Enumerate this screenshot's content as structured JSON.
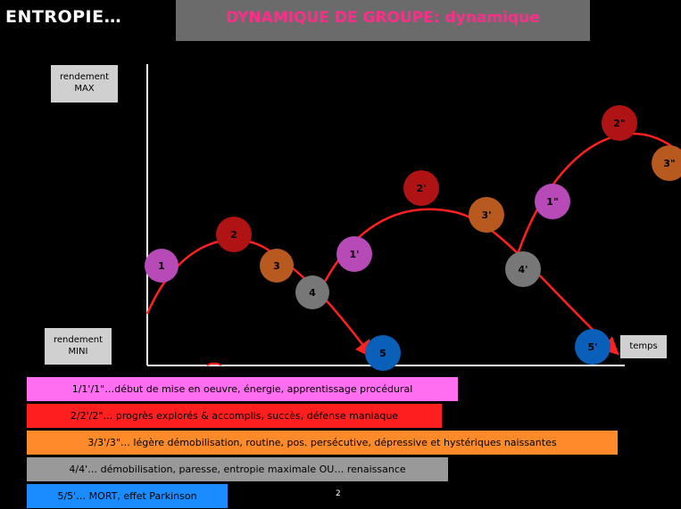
{
  "header": {
    "left_title": "ENTROPIE…",
    "title": "DYNAMIQUE DE GROUPE: dynamique"
  },
  "axis": {
    "y_max_label_line1": "rendement",
    "y_max_label_line2": "MAX",
    "y_min_label_line1": "rendement",
    "y_min_label_line2": "MINI",
    "x_label": "temps"
  },
  "nodes": [
    {
      "label": "1",
      "color": "#b84ab8"
    },
    {
      "label": "2",
      "color": "#b01313"
    },
    {
      "label": "3",
      "color": "#b85a1f"
    },
    {
      "label": "4",
      "color": "#777777"
    },
    {
      "label": "5",
      "color": "#0a5fb8"
    },
    {
      "label": "1'",
      "color": "#b84ab8"
    },
    {
      "label": "2'",
      "color": "#b01313"
    },
    {
      "label": "3'",
      "color": "#b85a1f"
    },
    {
      "label": "4'",
      "color": "#777777"
    },
    {
      "label": "5'",
      "color": "#0a5fb8"
    },
    {
      "label": "1\"",
      "color": "#b84ab8"
    },
    {
      "label": "2\"",
      "color": "#b01313"
    },
    {
      "label": "3\"",
      "color": "#b85a1f"
    }
  ],
  "legend": [
    {
      "text": "1/1'/1\"…début de mise en oeuvre, énergie, apprentissage procédural"
    },
    {
      "text": "2/2'/2\"… progrès explorés & accomplis, succès, défense maniaque"
    },
    {
      "text": "3/3'/3\"… légère démobilisation, routine, pos. persécutive, dépressive et hystériques naissantes"
    },
    {
      "text": "4/4'… démobilisation, paresse, entropie maximale OU… renaissance"
    },
    {
      "text": "5/5'… MORT, effet Parkinson"
    }
  ],
  "page_number": "2",
  "colors": {
    "curve": "#ff2020",
    "axis": "#ffffff",
    "title_text": "#ff2d8a"
  }
}
